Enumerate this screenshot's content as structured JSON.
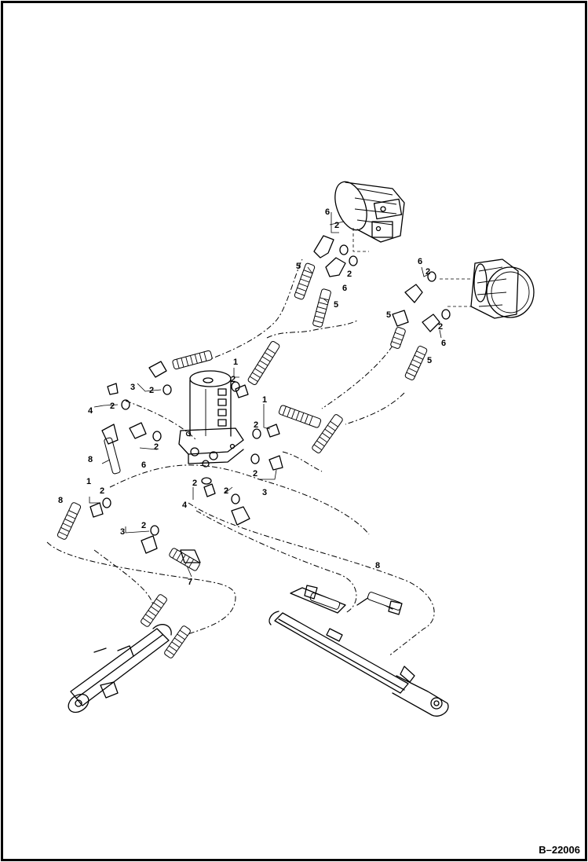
{
  "figure": {
    "id": "B–22006"
  },
  "callouts": {
    "c1a": "1",
    "c1b": "1",
    "c1c": "1",
    "c2a": "2",
    "c2b": "2",
    "c2c": "2",
    "c2d": "2",
    "c2e": "2",
    "c2f": "2",
    "c2g": "2",
    "c2h": "2",
    "c2i": "2",
    "c2j": "2",
    "c2k": "2",
    "c2l": "2",
    "c2m": "2",
    "c2n": "2",
    "c3a": "3",
    "c3b": "3",
    "c3c": "3",
    "c4a": "4",
    "c4b": "4",
    "c5a": "5",
    "c5b": "5",
    "c5c": "5",
    "c5d": "5",
    "c6a": "6",
    "c6b": "6",
    "c6c": "6",
    "c6d": "6",
    "c6e": "6",
    "c7a": "7",
    "c8a": "8",
    "c8b": "8",
    "c8c": "8"
  }
}
